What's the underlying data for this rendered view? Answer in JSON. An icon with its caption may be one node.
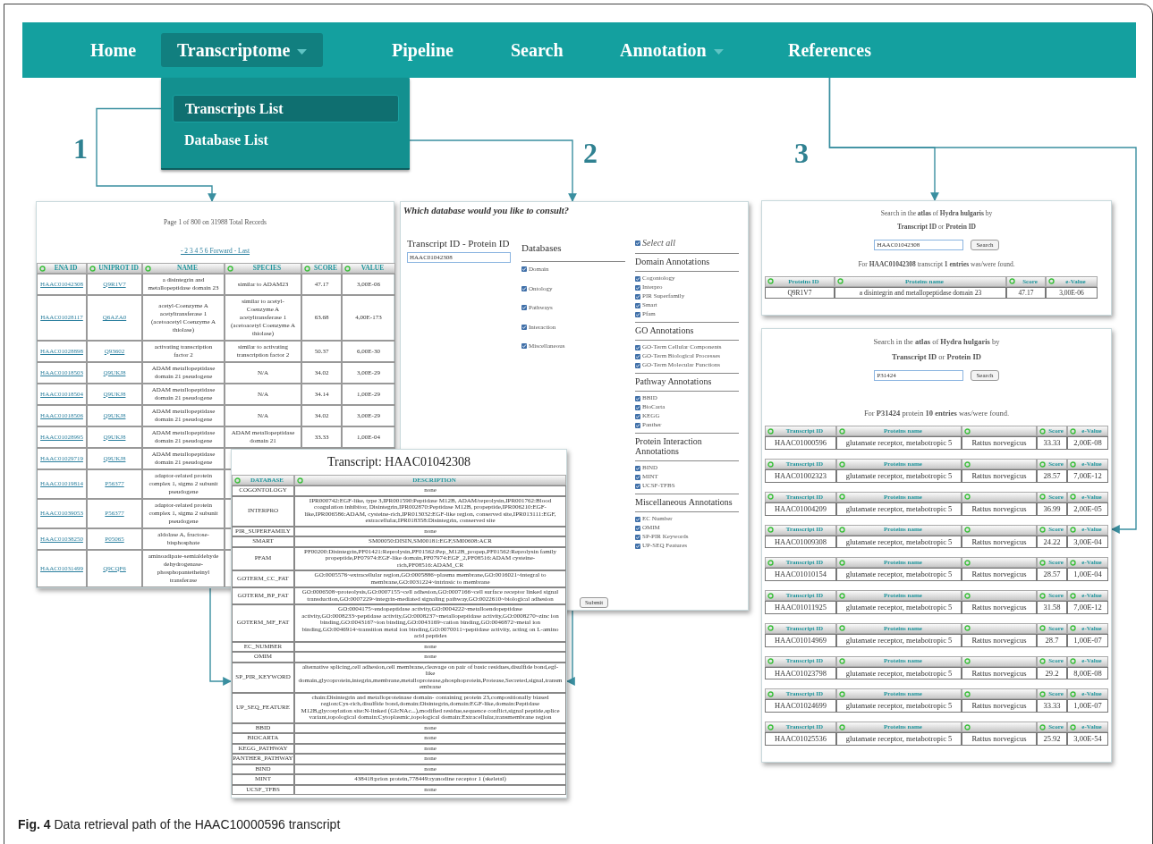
{
  "diagram": {
    "caption": "**Fig. 4** Data retrieval path of the HAAC10000596 transcript",
    "nodes": [
      {
        "text": [],
        "shape": "bar"
      },
      {
        "text": [
          "Home"
        ],
        "in": 0
      },
      {
        "text": [
          "Transcriptome"
        ],
        "in": 0
      },
      {
        "text": [
          "Pipeline"
        ],
        "in": 0
      },
      {
        "text": [
          "Search"
        ],
        "in": 0
      },
      {
        "text": [
          "Annotation"
        ],
        "in": 0
      },
      {
        "text": [
          "References"
        ],
        "in": 0
      },
      {
        "text": [],
        "shape": "box"
      },
      {
        "text": [
          "Transcripts List"
        ],
        "in": 7
      },
      {
        "text": [
          "Database List"
        ],
        "in": 7
      },
      {
        "text": [
          "Page 1 of 800 on 31988 Total Records",
          "- 2 3 4 5 6 Forward - Last",
          "ENA ID",
          "UNIPROT ID",
          "NAME",
          "SPECIES",
          "SCORE",
          "VALUE",
          "HAAC01042308",
          "Q9R1V7",
          "a disintegrin and metallopeptidase domain 23",
          "similar to ADAM23",
          "47.17",
          "3,00E-06",
          "HAAC01028117",
          "Q6AZA0",
          "acetyl-Coenzyme A acetyltransferase 1 (acetoacetyl Coenzyme A thiolase)",
          "similar to acetyl-Coenzyme A acetyltransferase 1 (acetoacetyl Coenzyme A thiolase)",
          "63.68",
          "4,00E-173",
          "HAAC01028898",
          "Q93602",
          "activating transcription factor 2",
          "similar to activating transcription factor 2",
          "50.37",
          "6,00E-30",
          "HAAC01018503",
          "Q9UKJ8",
          "ADAM metallopeptidase domain 21 pseudogene",
          "N/A",
          "34.02",
          "3,00E-29",
          "HAAC01018504",
          "Q9UKJ8",
          "ADAM metallopeptidase domain 21 pseudogene",
          "N/A",
          "34.14",
          "1,00E-29",
          "HAAC01018506",
          "Q9UKJ8",
          "ADAM metallopeptidase domain 21 pseudogene",
          "N/A",
          "34.02",
          "3,00E-29",
          "HAAC01028995",
          "Q9UKJ8",
          "ADAM metallopeptidase domain 21 pseudogene",
          "ADAM metallopeptidase domain 21",
          "33.33",
          "1,00E-04",
          "HAAC01029719",
          "Q9UKJ8",
          "ADAM metallopeptidase domain 21 pseudogene",
          "HAAC01019814",
          "P56377",
          "adaptor-related protein complex 1, sigma 2 subunit pseudogene",
          "HAAC01039053",
          "P56377",
          "adaptor-related protein complex 1, sigma 2 subunit pseudogene",
          "HAAC01038250",
          "P05065",
          "aldolase A, fructose-bisphosphate",
          "HAAC01031499",
          "Q9CQF6",
          "aminoadipate-semialdehyde dehydrogenase-phosphopantetheinyl transferase"
        ]
      },
      {
        "text": [
          "Which database would you like to consult?",
          "Transcript ID - Protein ID",
          "HAAC01042308",
          "Databases",
          "Domain",
          "Ontology",
          "Pathways",
          "Interaction",
          "Miscellaneous",
          "Select all",
          "Domain Annotations",
          "Cogontology",
          "Interpro",
          "PIR Superfamily",
          "Smart",
          "Pfam",
          "GO Annotations",
          "GO-Term Cellular Components",
          "GO-Term Biological Processes",
          "GO-Term Molecular Functions",
          "Pathway Annotations",
          "BBID",
          "BioCarta",
          "KEGG",
          "Panther",
          "Protein Interaction Annotations",
          "BIND",
          "MINT",
          "UCSF-TFBS",
          "Miscellaneous Annotations",
          "EC Number",
          "OMIM",
          "SP-PIR Keywords",
          "UP-SEQ Features",
          "Submit"
        ]
      },
      {
        "text": [
          "Search in the **atlas** of **Hydra hulgaris** by",
          "**Transcript ID** or **Protein ID**",
          "HAAC01042308",
          "Search",
          "For **HAAC01042308** transcript **1 entries** was/were found.",
          "Proteins ID",
          "Proteins name",
          "Score",
          "e-Value",
          "Q9R1V7",
          "a disintegrin and metallopeptidase domain 23",
          "47.17",
          "3,00E-06"
        ]
      },
      {
        "text": [
          "Search in the **atlas** of **Hydra hulgaris** by",
          "**Transcript ID** or **Protein ID**",
          "P31424",
          "Search",
          "For **P31424** protein **10 entries** was/were found.",
          "Transcript ID",
          "Proteins name",
          "Score",
          "e-Value",
          "HAAC01000596",
          "glutamate receptor, metabotropic 5",
          "Rattus norvegicus",
          "33.33",
          "2,00E-08",
          "Transcript ID",
          "Proteins name",
          "Score",
          "e-Value",
          "HAAC01002323",
          "glutamate receptor, metabotropic 5",
          "Rattus norvegicus",
          "28.57",
          "7,00E-12",
          "Transcript ID",
          "Proteins name",
          "Score",
          "e-Value",
          "HAAC01004209",
          "glutamate receptor, metabotropic 5",
          "Rattus norvegicus",
          "36.99",
          "2,00E-05",
          "Transcript ID",
          "Proteins name",
          "Score",
          "e-Value",
          "HAAC01009308",
          "glutamate receptor, metabotropic 5",
          "Rattus norvegicus",
          "24.22",
          "3,00E-04",
          "Transcript ID",
          "Proteins name",
          "Score",
          "e-Value",
          "HAAC01010154",
          "glutamate receptor, metabotropic 5",
          "Rattus norvegicus",
          "28.57",
          "1,00E-04",
          "Transcript ID",
          "Proteins name",
          "Score",
          "e-Value",
          "HAAC01011925",
          "glutamate receptor, metabotropic 5",
          "Rattus norvegicus",
          "31.58",
          "7,00E-12",
          "Transcript ID",
          "Proteins name",
          "Score",
          "e-Value",
          "HAAC01014969",
          "glutamate receptor, metabotropic 5",
          "Rattus norvegicus",
          "28.7",
          "1,00E-07",
          "Transcript ID",
          "Proteins name",
          "Score",
          "e-Value",
          "HAAC01023798",
          "glutamate receptor, metabotropic 5",
          "Rattus norvegicus",
          "29.2",
          "8,00E-08",
          "Transcript ID",
          "Proteins name",
          "Score",
          "e-Value",
          "HAAC01024699",
          "glutamate receptor, metabotropic 5",
          "Rattus norvegicus",
          "33.33",
          "1,00E-07",
          "Transcript ID",
          "Proteins name",
          "Score",
          "e-Value",
          "HAAC01025536",
          "glutamate receptor, metabotropic 5",
          "Rattus norvegicus",
          "25.92",
          "3,00E-54"
        ]
      },
      {
        "text": [
          "Transcript: HAAC01042308",
          "DATABASE",
          "DESCRIPTION",
          "COGONTOLOGY",
          "none",
          "INTERPRO",
          "IPR000742:EGF-like, type 3,IPR001590:Peptidase M12B, ADAM/reprolysin,IPR001762:Blood coagulation inhibitor, Disintegrin,IPR002870:Peptidase M12B, propeptide,IPR006210:EGF-like,IPR006586:ADAM, cysteine-rich,IPR013032:EGF-like region, conserved site,IPR013111:EGF, extracellular,IPR018358:Disintegrin, conserved site",
          "PIR_SUPERFAMILY",
          "none",
          "SMART",
          "SM00050:DISIN,SM00181:EGF,SM00608:ACR",
          "PFAM",
          "PF00200:Disintegrin,PF01421:Reprolysin,PF01562:Pep_M12B_propep,PF01562:Reprolysin family propeptide,PF07974:EGF-like domain,PF07974:EGF_2,PF08516:ADAM cysteine-rich,PF08516:ADAM_CR",
          "GOTERM_CC_FAT",
          "GO:0005576~extracellular region,GO:0005886~plasma membrane,GO:0016021~integral to membrane,GO:0031224~intrinsic to membrane",
          "GOTERM_BP_FAT",
          "GO:0006508~proteolysis,GO:0007155~cell adhesion,GO:0007166~cell surface receptor linked signal transduction,GO:0007229~integrin-mediated signaling pathway,GO:0022610~biological adhesion",
          "GOTERM_MF_FAT",
          "GO:0004175~endopeptidase activity,GO:0004222~metalloendopeptidase activity,GO:0008233~peptidase activity,GO:0008237~metallopeptidase activity,GO:0008270~zinc ion binding,GO:0043167~ion binding,GO:0043169~cation binding,GO:0046872~metal ion binding,GO:0046914~transition metal ion binding,GO:0070011~peptidase activity, acting on L-amino acid peptides",
          "EC_NUMBER",
          "none",
          "OMIM",
          "none",
          "SP_PIR_KEYWORD",
          "alternative splicing,cell adhesion,cell membrane,cleavage on pair of basic residues,disulfide bond,egf-like domain,glycoprotein,integrin,membrane,metalloprotease,phosphoprotein,Protease,Secreted,signal,transmembrane",
          "UP_SEQ_FEATURE",
          "chain:Disintegrin and metalloproteinase domain- containing protein 23,compositionally biased region:Cys-rich,disulfide bond,domain:Disintegrin,domain:EGF-like,domain:Peptidase M12B,glycosylation site:N-linked (GlcNAc...),modified residue,sequence conflict,signal peptide,splice variant,topological domain:Cytoplasmic,topological domain:Extracellular,transmembrane region",
          "BBID",
          "none",
          "BIOCARTA",
          "none",
          "KEGG_PATHWAY",
          "none",
          "PANTHER_PATHWAY",
          "none",
          "BIND",
          "none",
          "MINT",
          "438418:prion protein,778449:ryanodine receptor 1 (skeletal)",
          "UCSF_TFBS",
          "none"
        ]
      }
    ],
    "edges": [
      {
        "from": 8,
        "to": 10,
        "arrow": "to"
      },
      {
        "from": 9,
        "to": 11,
        "arrow": "to"
      },
      {
        "from": 6,
        "to": 12,
        "arrow": "to"
      },
      {
        "from": 6,
        "to": 13,
        "arrow": "to"
      },
      {
        "from": 10,
        "to": 14,
        "arrow": "to"
      },
      {
        "from": 11,
        "to": 14,
        "arrow": "to"
      }
    ],
    "labels": [
      "1",
      "2",
      "3"
    ]
  }
}
